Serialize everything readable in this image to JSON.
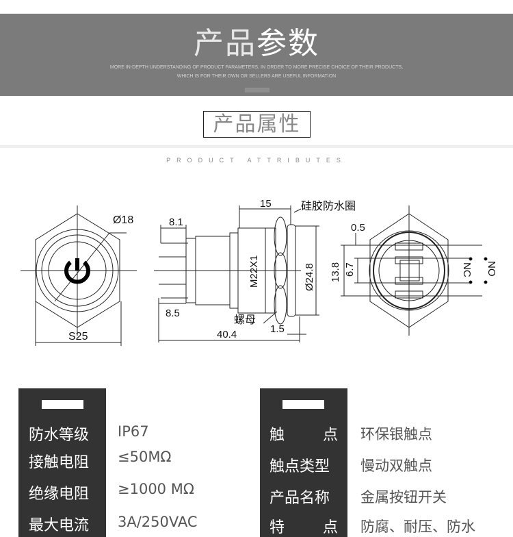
{
  "banner": {
    "title_light": "产品",
    "title_bold": "参数",
    "subtitle_line1": "MORE IN-DEPTH UNDERSTANDING OF PRODUCT PARAMETERS, IN ORDER TO MORE PRECISE CHOICE OF THEIR PRODUCTS,",
    "subtitle_line2": "WHICH IS FOR THEIR OWN OR SELLERS ARE USEFUL INFORMATION"
  },
  "section": {
    "title": "产品属性",
    "subtitle": "PRODUCT ATTRIBUTES"
  },
  "drawing": {
    "dia_button": "Ø18",
    "hex_size": "S25",
    "pin_top": "8.1",
    "pin_bottom": "8.5",
    "length_15": "15",
    "seal_label": "硅胶防水圈",
    "thread": "M22X1",
    "dia_flange": "Ø24.8",
    "nut_label": "螺母",
    "flange_thick": "1.5",
    "total_length": "40.4",
    "gap": "0.5",
    "span_outer": "13.8",
    "span_inner": "6.7",
    "nc": "NC",
    "no": "NO"
  },
  "specs_left": [
    {
      "label": "防水等级",
      "value": "IP67"
    },
    {
      "label": "接触电阻",
      "value": "≤50MΩ"
    },
    {
      "label": "绝缘电阻",
      "value": "≥1000 MΩ"
    },
    {
      "label": "最大电流",
      "value": "3A/250VAC"
    }
  ],
  "specs_right": [
    {
      "label_a": "触",
      "label_b": "点",
      "value": "环保银触点"
    },
    {
      "label": "触点类型",
      "value": "慢动双触点"
    },
    {
      "label": "产品名称",
      "value": "金属按钮开关"
    },
    {
      "label_a": "特",
      "label_b": "点",
      "value": "防腐、耐压、防水"
    }
  ]
}
